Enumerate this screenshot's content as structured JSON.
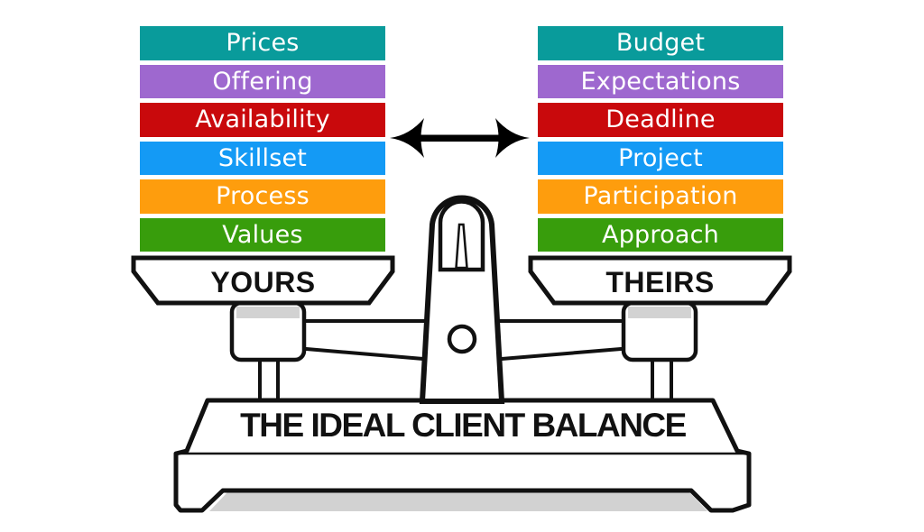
{
  "diagram": {
    "base_title": "THE IDEAL CLIENT BALANCE",
    "left_pan": {
      "label": "YOURS",
      "items": [
        {
          "label": "Prices",
          "color": "#099B9B"
        },
        {
          "label": "Offering",
          "color": "#9E68CF"
        },
        {
          "label": "Availability",
          "color": "#C9090C"
        },
        {
          "label": "Skillset",
          "color": "#149AF5"
        },
        {
          "label": "Process",
          "color": "#FE9D0D"
        },
        {
          "label": "Values",
          "color": "#389D0C"
        }
      ]
    },
    "right_pan": {
      "label": "THEIRS",
      "items": [
        {
          "label": "Budget",
          "color": "#099B9B"
        },
        {
          "label": "Expectations",
          "color": "#9E68CF"
        },
        {
          "label": "Deadline",
          "color": "#C9090C"
        },
        {
          "label": "Project",
          "color": "#149AF5"
        },
        {
          "label": "Participation",
          "color": "#FE9D0D"
        },
        {
          "label": "Approach",
          "color": "#389D0C"
        }
      ]
    },
    "colors": {
      "outline": "#111111",
      "shadow": "#d2d2d2",
      "fill": "#ffffff"
    }
  }
}
